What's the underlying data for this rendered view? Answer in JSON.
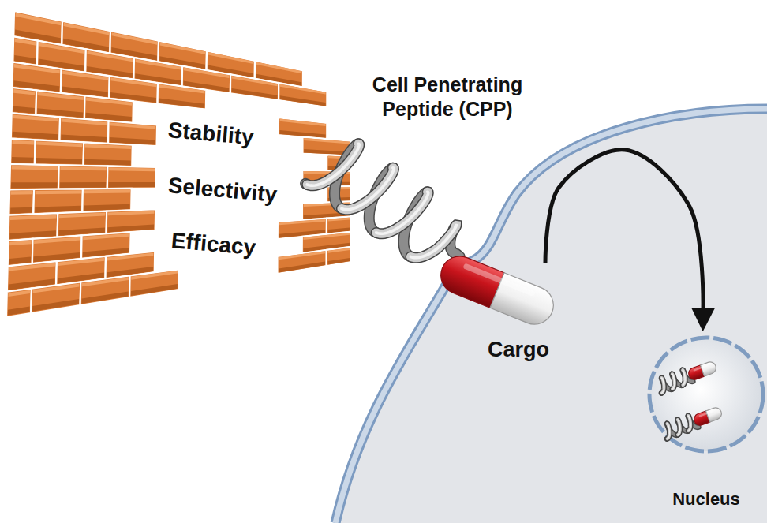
{
  "diagram": {
    "nodes": [
      {
        "text": [
          "Stability",
          "Selectivity",
          "Efficacy"
        ]
      },
      {
        "text": [
          "Cargo"
        ]
      },
      {
        "text": [
          "Nucleus"
        ]
      }
    ],
    "edges": [
      {
        "from": 1,
        "to": 2,
        "arrow": "to"
      }
    ],
    "labels": [
      "Cell Penetrating Peptide (CPP)"
    ]
  }
}
